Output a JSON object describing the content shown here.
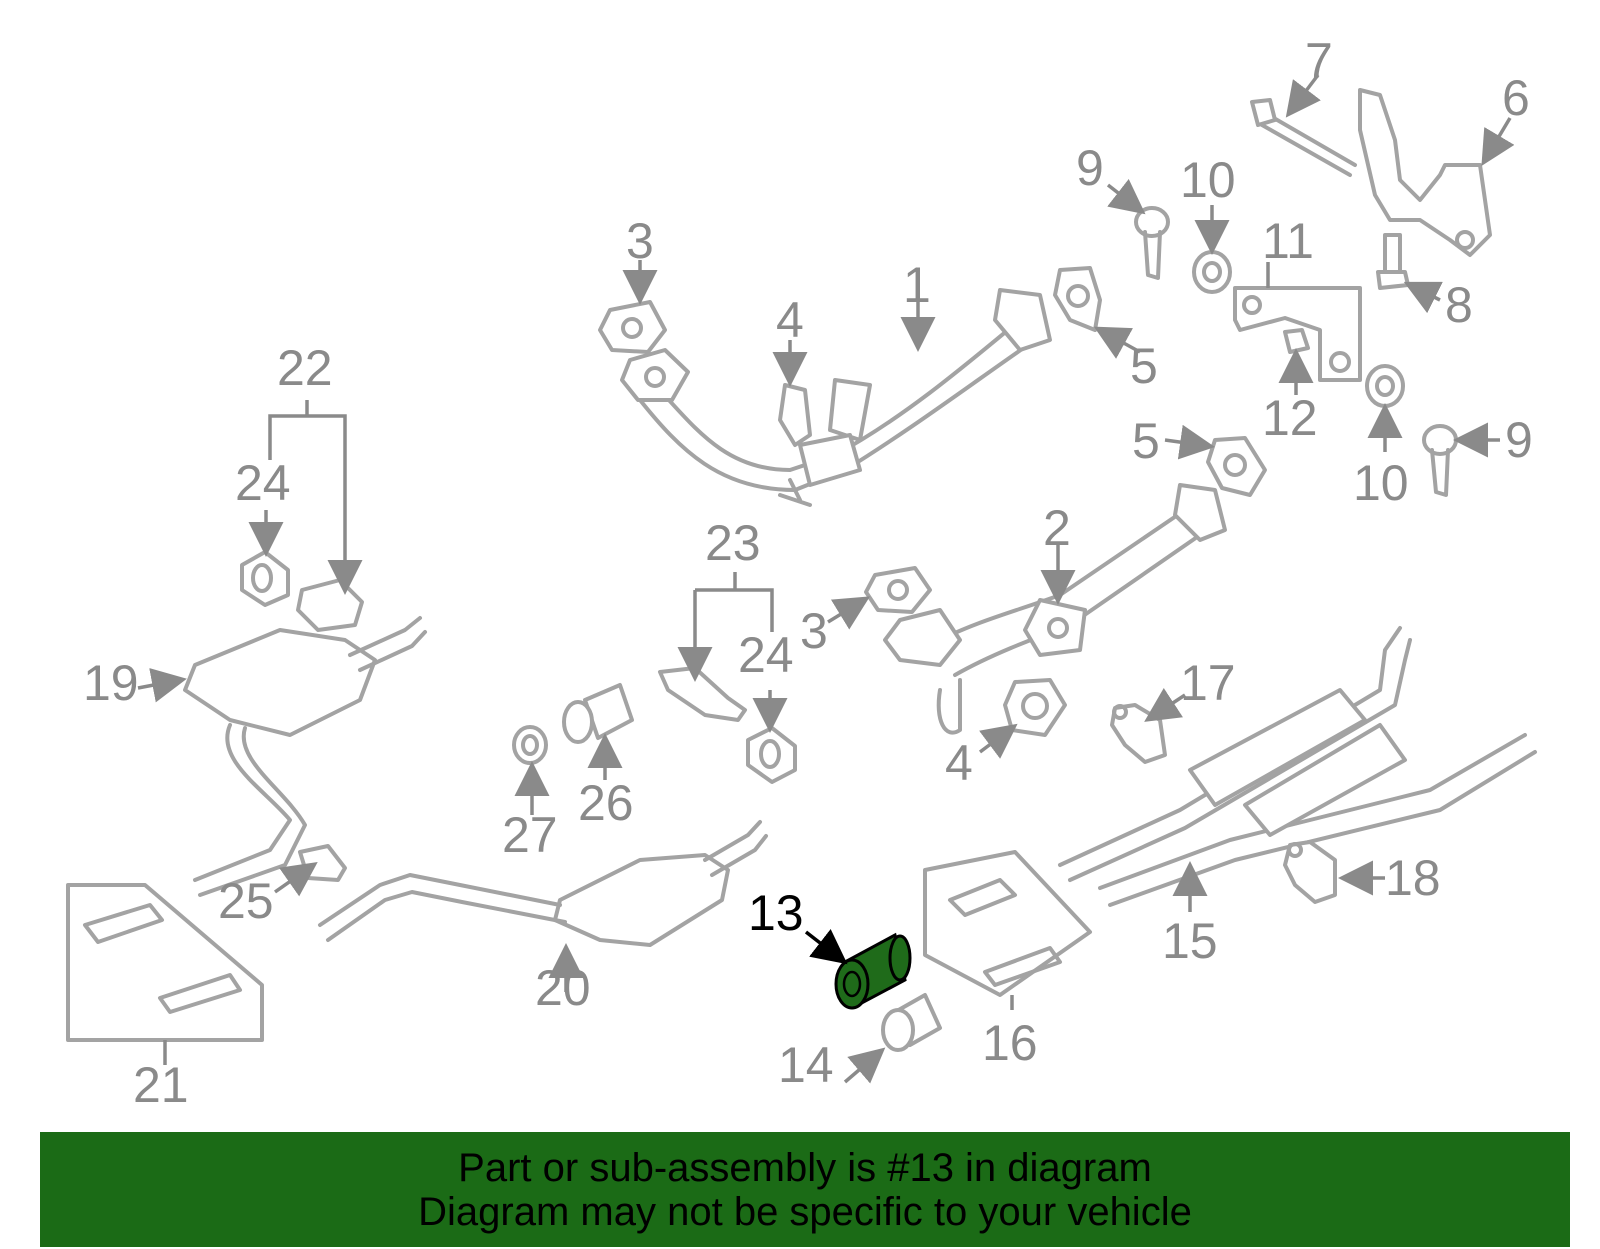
{
  "diagram": {
    "highlight_color": "#1f6b1a",
    "banner_color": "#1b6b16",
    "labels": {
      "p1": "1",
      "p2": "2",
      "p3a": "3",
      "p3b": "3",
      "p4a": "4",
      "p4b": "4",
      "p5a": "5",
      "p5b": "5",
      "p6": "6",
      "p7": "7",
      "p8": "8",
      "p9a": "9",
      "p9b": "9",
      "p10a": "10",
      "p10b": "10",
      "p11": "11",
      "p12": "12",
      "p13": "13",
      "p14": "14",
      "p15": "15",
      "p16": "16",
      "p17": "17",
      "p18": "18",
      "p19": "19",
      "p20": "20",
      "p21": "21",
      "p22": "22",
      "p23": "23",
      "p24a": "24",
      "p24b": "24",
      "p25": "25",
      "p26": "26",
      "p27": "27"
    }
  },
  "banner": {
    "line1": "Part or sub-assembly is #13 in diagram",
    "line2": "Diagram may not be specific to your vehicle"
  }
}
